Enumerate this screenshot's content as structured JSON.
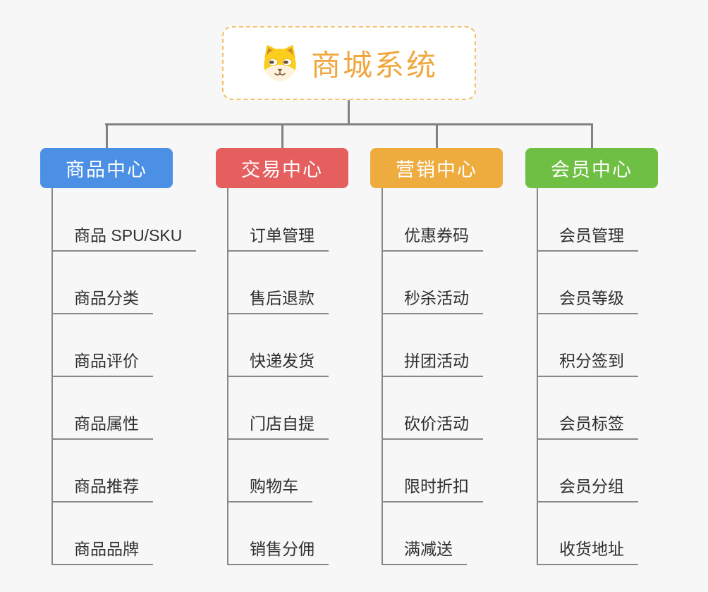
{
  "root": {
    "title": "商城系统",
    "icon": "dog-face-icon",
    "title_color": "#F0A73E",
    "border_color": "#F3C06B",
    "background": "#FFFFFF"
  },
  "colors": {
    "page_background": "#F7F7F7",
    "connector": "#828282",
    "leaf_underline": "#888888",
    "leaf_text": "#2F2F2F",
    "header_text": "#FFFFFF"
  },
  "branches": [
    {
      "label": "商品中心",
      "color": "#4B90E5",
      "children": [
        "商品 SPU/SKU",
        "商品分类",
        "商品评价",
        "商品属性",
        "商品推荐",
        "商品品牌"
      ]
    },
    {
      "label": "交易中心",
      "color": "#E55F5F",
      "children": [
        "订单管理",
        "售后退款",
        "快递发货",
        "门店自提",
        "购物车",
        "销售分佣"
      ]
    },
    {
      "label": "营销中心",
      "color": "#EEAC3F",
      "children": [
        "优惠券码",
        "秒杀活动",
        "拼团活动",
        "砍价活动",
        "限时折扣",
        "满减送"
      ]
    },
    {
      "label": "会员中心",
      "color": "#6FBF44",
      "children": [
        "会员管理",
        "会员等级",
        "积分签到",
        "会员标签",
        "会员分组",
        "收货地址"
      ]
    }
  ]
}
